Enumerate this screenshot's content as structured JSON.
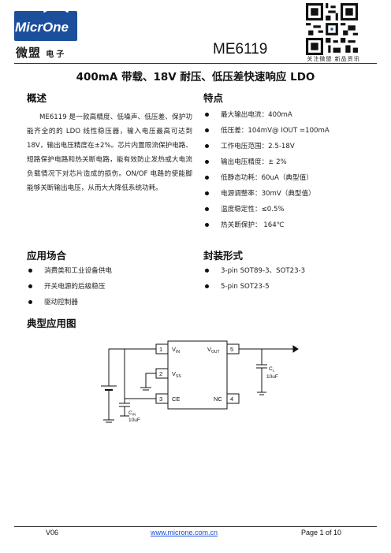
{
  "header": {
    "logo_latin": "MicrOne",
    "logo_cn": "微盟",
    "logo_cn_suffix": "电子",
    "model": "ME6119",
    "qr_caption": "关注微盟 新品资讯"
  },
  "title": "400mA 带载、18V 耐压、低压差快速响应 LDO",
  "overview": {
    "heading": "概述",
    "text": "ME6119 是一款高精度、低噪声、低压差、保护功能齐全的的 LDO 线性稳压器，输入电压最高可达到 18V，输出电压精度在±2%。芯片内置限流保护电路、短路保护电路和热关断电路，能有效防止发热或大电流负载情况下对芯片造成的损伤。ON/OF 电路的使能脚能够关断输出电压，从而大大降低系统功耗。"
  },
  "features": {
    "heading": "特点",
    "items": [
      "最大输出电流：400mA",
      "低压差：104mV@ IOUT =100mA",
      "工作电压范围：2.5-18V",
      "输出电压精度：± 2%",
      "低静态功耗：60uA（典型值）",
      "电源调整率：30mV（典型值）",
      "温度稳定性：≤0.5%",
      "热关断保护：  164℃"
    ]
  },
  "applications": {
    "heading": "应用场合",
    "items": [
      "消费类和工业设备供电",
      "开关电源的后级稳压",
      "驱动控制器"
    ]
  },
  "packages": {
    "heading": "封装形式",
    "items": [
      "3-pin SOT89-3、SOT23-3",
      "5-pin SOT23-5"
    ]
  },
  "typical_app": {
    "heading": "典型应用图",
    "pins": {
      "p1": "1",
      "p2": "2",
      "p3": "3",
      "p4": "4",
      "p5": "5"
    },
    "labels": {
      "vin": "V",
      "vin_sub": "IN",
      "vss": "V",
      "vss_sub": "SS",
      "ce": "CE",
      "vout": "V",
      "vout_sub": "OUT",
      "nc": "NC"
    },
    "cin": {
      "name": "C",
      "sub": "IN",
      "value": "10uF"
    },
    "cl": {
      "name": "C",
      "sub": "L",
      "value": "10uF"
    }
  },
  "footer": {
    "version": "V06",
    "url": "www.microne.com.cn",
    "page": "Page 1 of 10"
  }
}
